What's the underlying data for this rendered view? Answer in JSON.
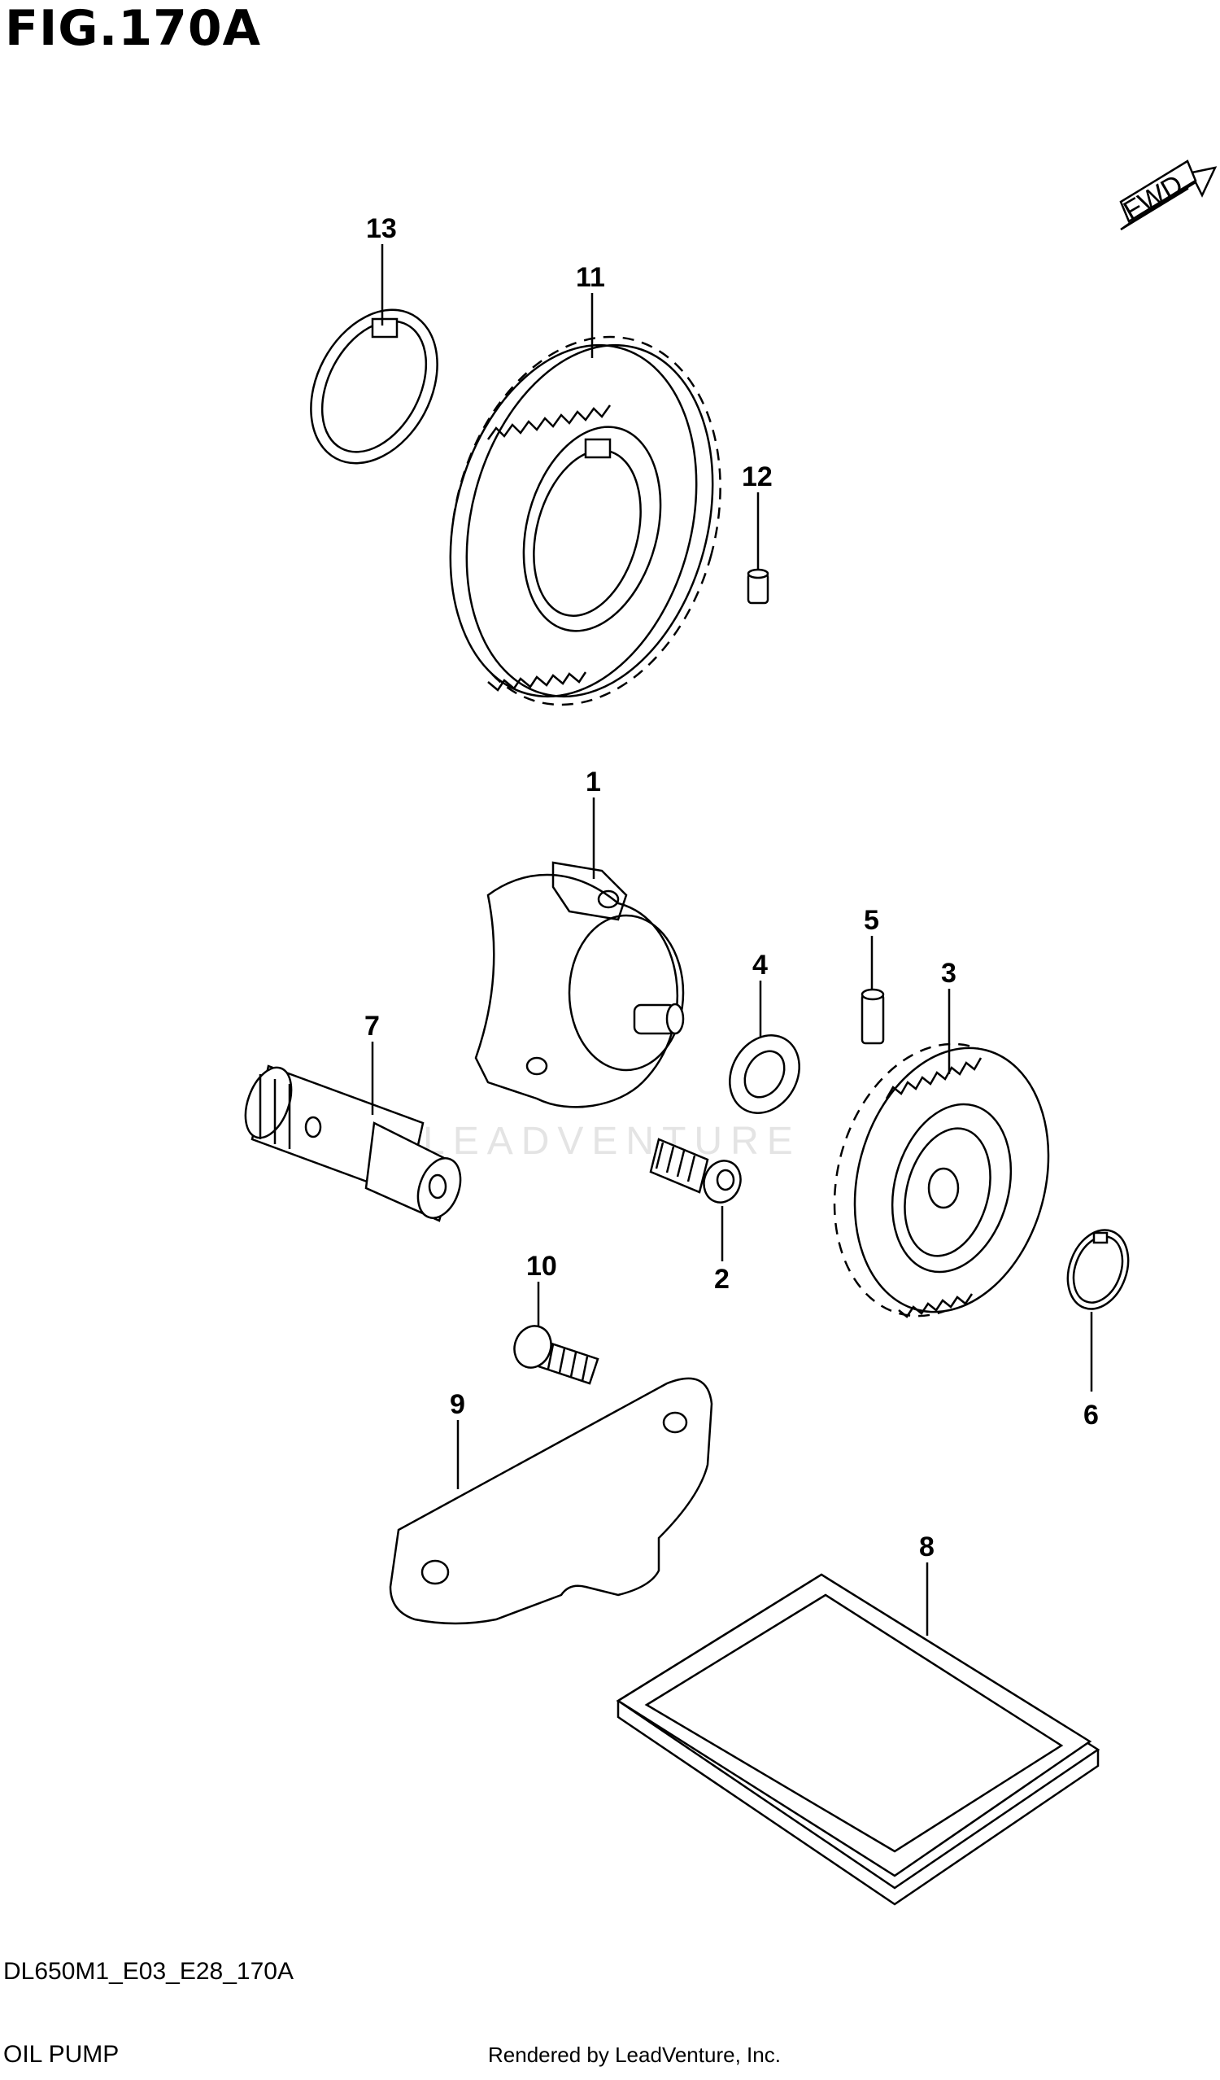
{
  "figure": {
    "title": "FIG.170A",
    "code": "DL650M1_E03_E28_170A",
    "name": "OIL PUMP",
    "render_credit": "Rendered by LeadVenture, Inc.",
    "watermark": "LEADVENTURE",
    "direction_label": "FWD"
  },
  "callouts": {
    "c1": "1",
    "c2": "2",
    "c3": "3",
    "c4": "4",
    "c5": "5",
    "c6": "6",
    "c7": "7",
    "c8": "8",
    "c9": "9",
    "c10": "10",
    "c11": "11",
    "c12": "12",
    "c13": "13"
  }
}
